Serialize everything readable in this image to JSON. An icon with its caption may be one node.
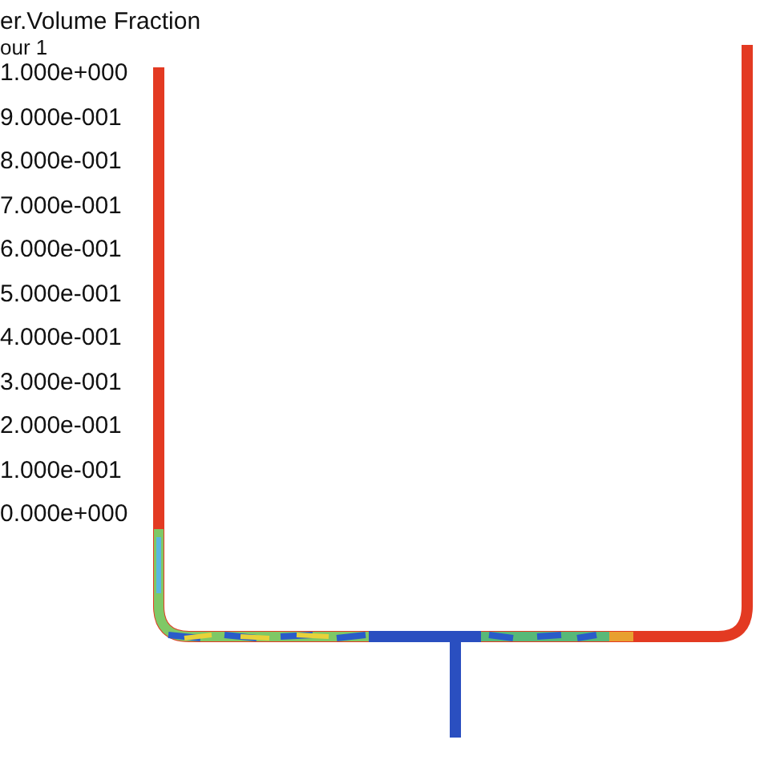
{
  "diagram": {
    "labels": [
      "er.Volume Fraction",
      "our 1",
      "1.000e+000",
      "9.000e-001",
      "8.000e-001",
      "7.000e-001",
      "6.000e-001",
      "5.000e-001",
      "4.000e-001",
      "3.000e-001",
      "2.000e-001",
      "1.000e-001",
      "0.000e+000"
    ]
  }
}
